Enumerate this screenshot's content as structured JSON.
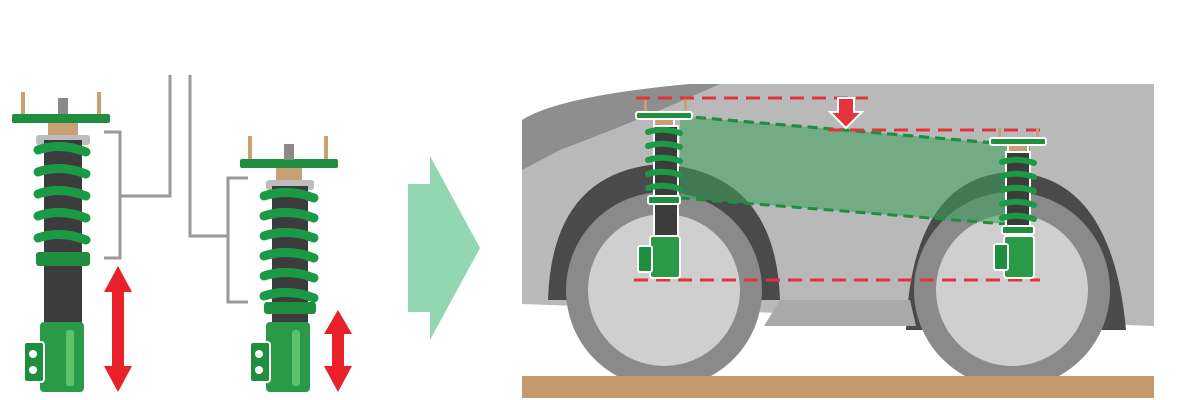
{
  "colors": {
    "spring": "#1a9a44",
    "spring_dark": "#0f7a33",
    "spring_outline": "#ffffff",
    "body_green": "#2a9a48",
    "body_green_light": "#5cc36a",
    "shaft": "#3c3c3c",
    "mount_plate": "#1f8f3f",
    "bolt": "#c8a074",
    "arrow_red": "#e8202a",
    "bracket_gray": "#9a9a9a",
    "transition_arrow": "#93d6b2",
    "car_body": "#b9b9b9",
    "car_body_dark": "#8e8e8e",
    "tire": "#8a8a8a",
    "wheel": "#cfcfcf",
    "ground": "#c49a6c",
    "guide_dash": "#e3343a",
    "trapezoid_fill": "#3aa35a",
    "trapezoid_dash": "#1f8f3f"
  },
  "icons": {
    "height_arrow": "double-headed-vertical-arrow-icon",
    "lower_arrow": "down-arrow-icon",
    "transition": "right-chevron-arrow-icon"
  },
  "figures": [
    {
      "name": "tall-coilover",
      "description_shown": false
    },
    {
      "name": "short-coilover",
      "description_shown": false
    },
    {
      "name": "car-side-view",
      "description_shown": false
    }
  ]
}
